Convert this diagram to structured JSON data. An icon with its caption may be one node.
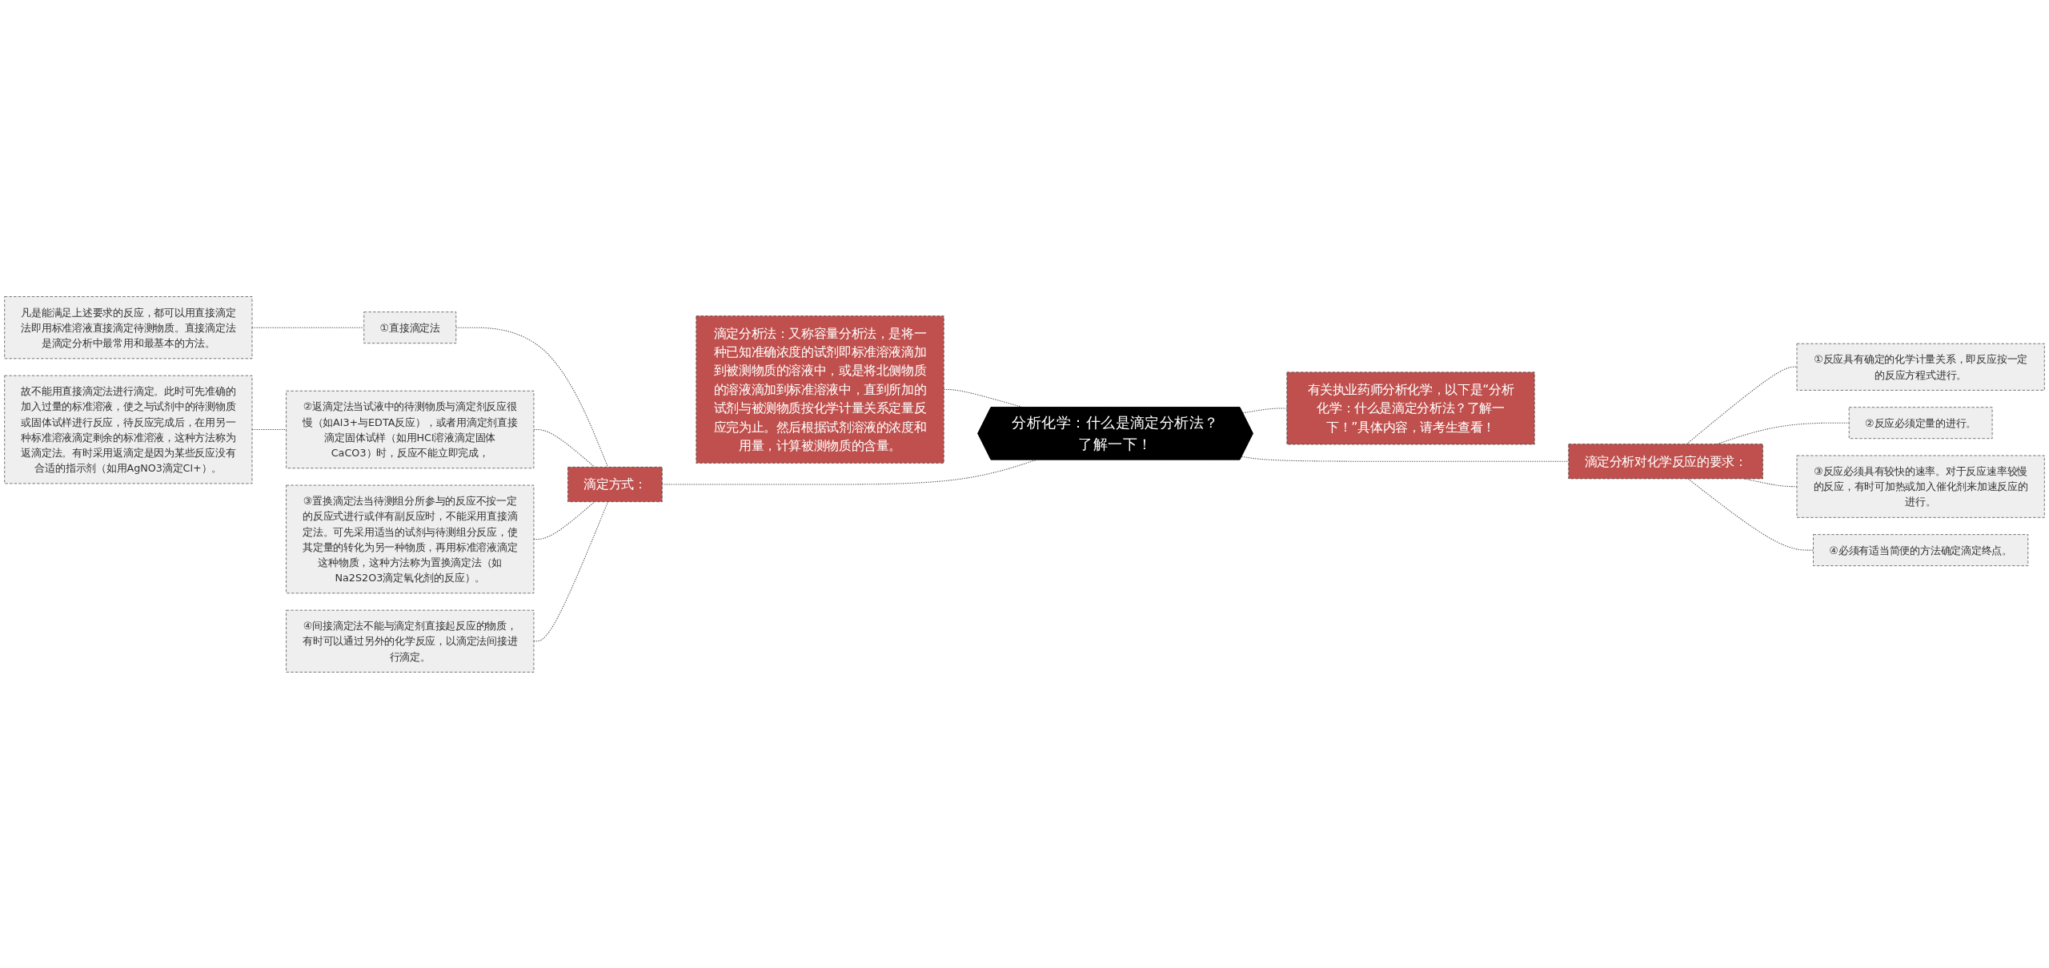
{
  "diagram": {
    "nodes": [
      {
        "text": [
          "分析化学：什么是滴定分析法？了解一下！"
        ]
      },
      {
        "text": [
          "滴定分析法：又称容量分析法，是将一种已知准确浓度的试剂即标准溶液滴加到被测物质的溶液中，或是将北侧物质的溶液滴加到标准溶液中，直到所加的试剂与被测物质按化学计量关系定量反应完为止。然后根据试剂溶液的浓度和用量，计算被测物质的含量。"
        ]
      },
      {
        "text": [
          "滴定方式："
        ]
      },
      {
        "text": [
          "①直接滴定法"
        ]
      },
      {
        "text": [
          "凡是能满足上述要求的反应，都可以用直接滴定法即用标准溶液直接滴定待测物质。直接滴定法是滴定分析中最常用和最基本的方法。"
        ]
      },
      {
        "text": [
          "②返滴定法当试液中的待测物质与滴定剂反应很慢（如Al3+与EDTA反应），或者用滴定剂直接滴定固体试样（如用HCl溶液滴定固体CaCO3）时，反应不能立即完成，"
        ]
      },
      {
        "text": [
          "故不能用直接滴定法进行滴定。此时可先准确的加入过量的标准溶液，使之与试剂中的待测物质或固体试样进行反应，待反应完成后，在用另一种标准溶液滴定剩余的标准溶液，这种方法称为返滴定法。有时采用返滴定是因为某些反应没有合适的指示剂（如用AgNO3滴定Cl+）。"
        ]
      },
      {
        "text": [
          "③置换滴定法当待测组分所参与的反应不按一定的反应式进行或伴有副反应时，不能采用直接滴定法。可先采用适当的试剂与待测组分反应，使其定量的转化为另一种物质，再用标准溶液滴定这种物质，这种方法称为置换滴定法（如Na2S2O3滴定氧化剂的反应）。"
        ]
      },
      {
        "text": [
          "④间接滴定法不能与滴定剂直接起反应的物质，有时可以通过另外的化学反应，以滴定法间接进行滴定。"
        ]
      },
      {
        "text": [
          "有关执业药师分析化学，以下是“分析化学：什么是滴定分析法？了解一下！”具体内容，请考生查看！"
        ]
      },
      {
        "text": [
          "滴定分析对化学反应的要求："
        ]
      },
      {
        "text": [
          "①反应具有确定的化学计量关系，即反应按一定的反应方程式进行。"
        ]
      },
      {
        "text": [
          "②反应必须定量的进行。"
        ]
      },
      {
        "text": [
          "③反应必须具有较快的速率。对于反应速率较慢的反应，有时可加热或加入催化剂来加速反应的进行。"
        ]
      },
      {
        "text": [
          "④必须有适当简便的方法确定滴定终点。"
        ]
      }
    ],
    "edges": [
      {
        "from": 1,
        "to": 0,
        "arrow": "none",
        "style": "dashed"
      },
      {
        "from": 2,
        "to": 0,
        "arrow": "none",
        "style": "dashed"
      },
      {
        "from": 3,
        "to": 2,
        "arrow": "none",
        "style": "dashed"
      },
      {
        "from": 4,
        "to": 3,
        "arrow": "none",
        "style": "dashed"
      },
      {
        "from": 5,
        "to": 2,
        "arrow": "none",
        "style": "dashed"
      },
      {
        "from": 6,
        "to": 5,
        "arrow": "none",
        "style": "dashed"
      },
      {
        "from": 7,
        "to": 2,
        "arrow": "none",
        "style": "dashed"
      },
      {
        "from": 8,
        "to": 2,
        "arrow": "none",
        "style": "dashed"
      },
      {
        "from": 0,
        "to": 9,
        "arrow": "none",
        "style": "dashed"
      },
      {
        "from": 0,
        "to": 10,
        "arrow": "none",
        "style": "dashed"
      },
      {
        "from": 10,
        "to": 11,
        "arrow": "none",
        "style": "dashed"
      },
      {
        "from": 10,
        "to": 12,
        "arrow": "none",
        "style": "dashed"
      },
      {
        "from": 10,
        "to": 13,
        "arrow": "none",
        "style": "dashed"
      },
      {
        "from": 10,
        "to": 14,
        "arrow": "none",
        "style": "dashed"
      }
    ]
  }
}
